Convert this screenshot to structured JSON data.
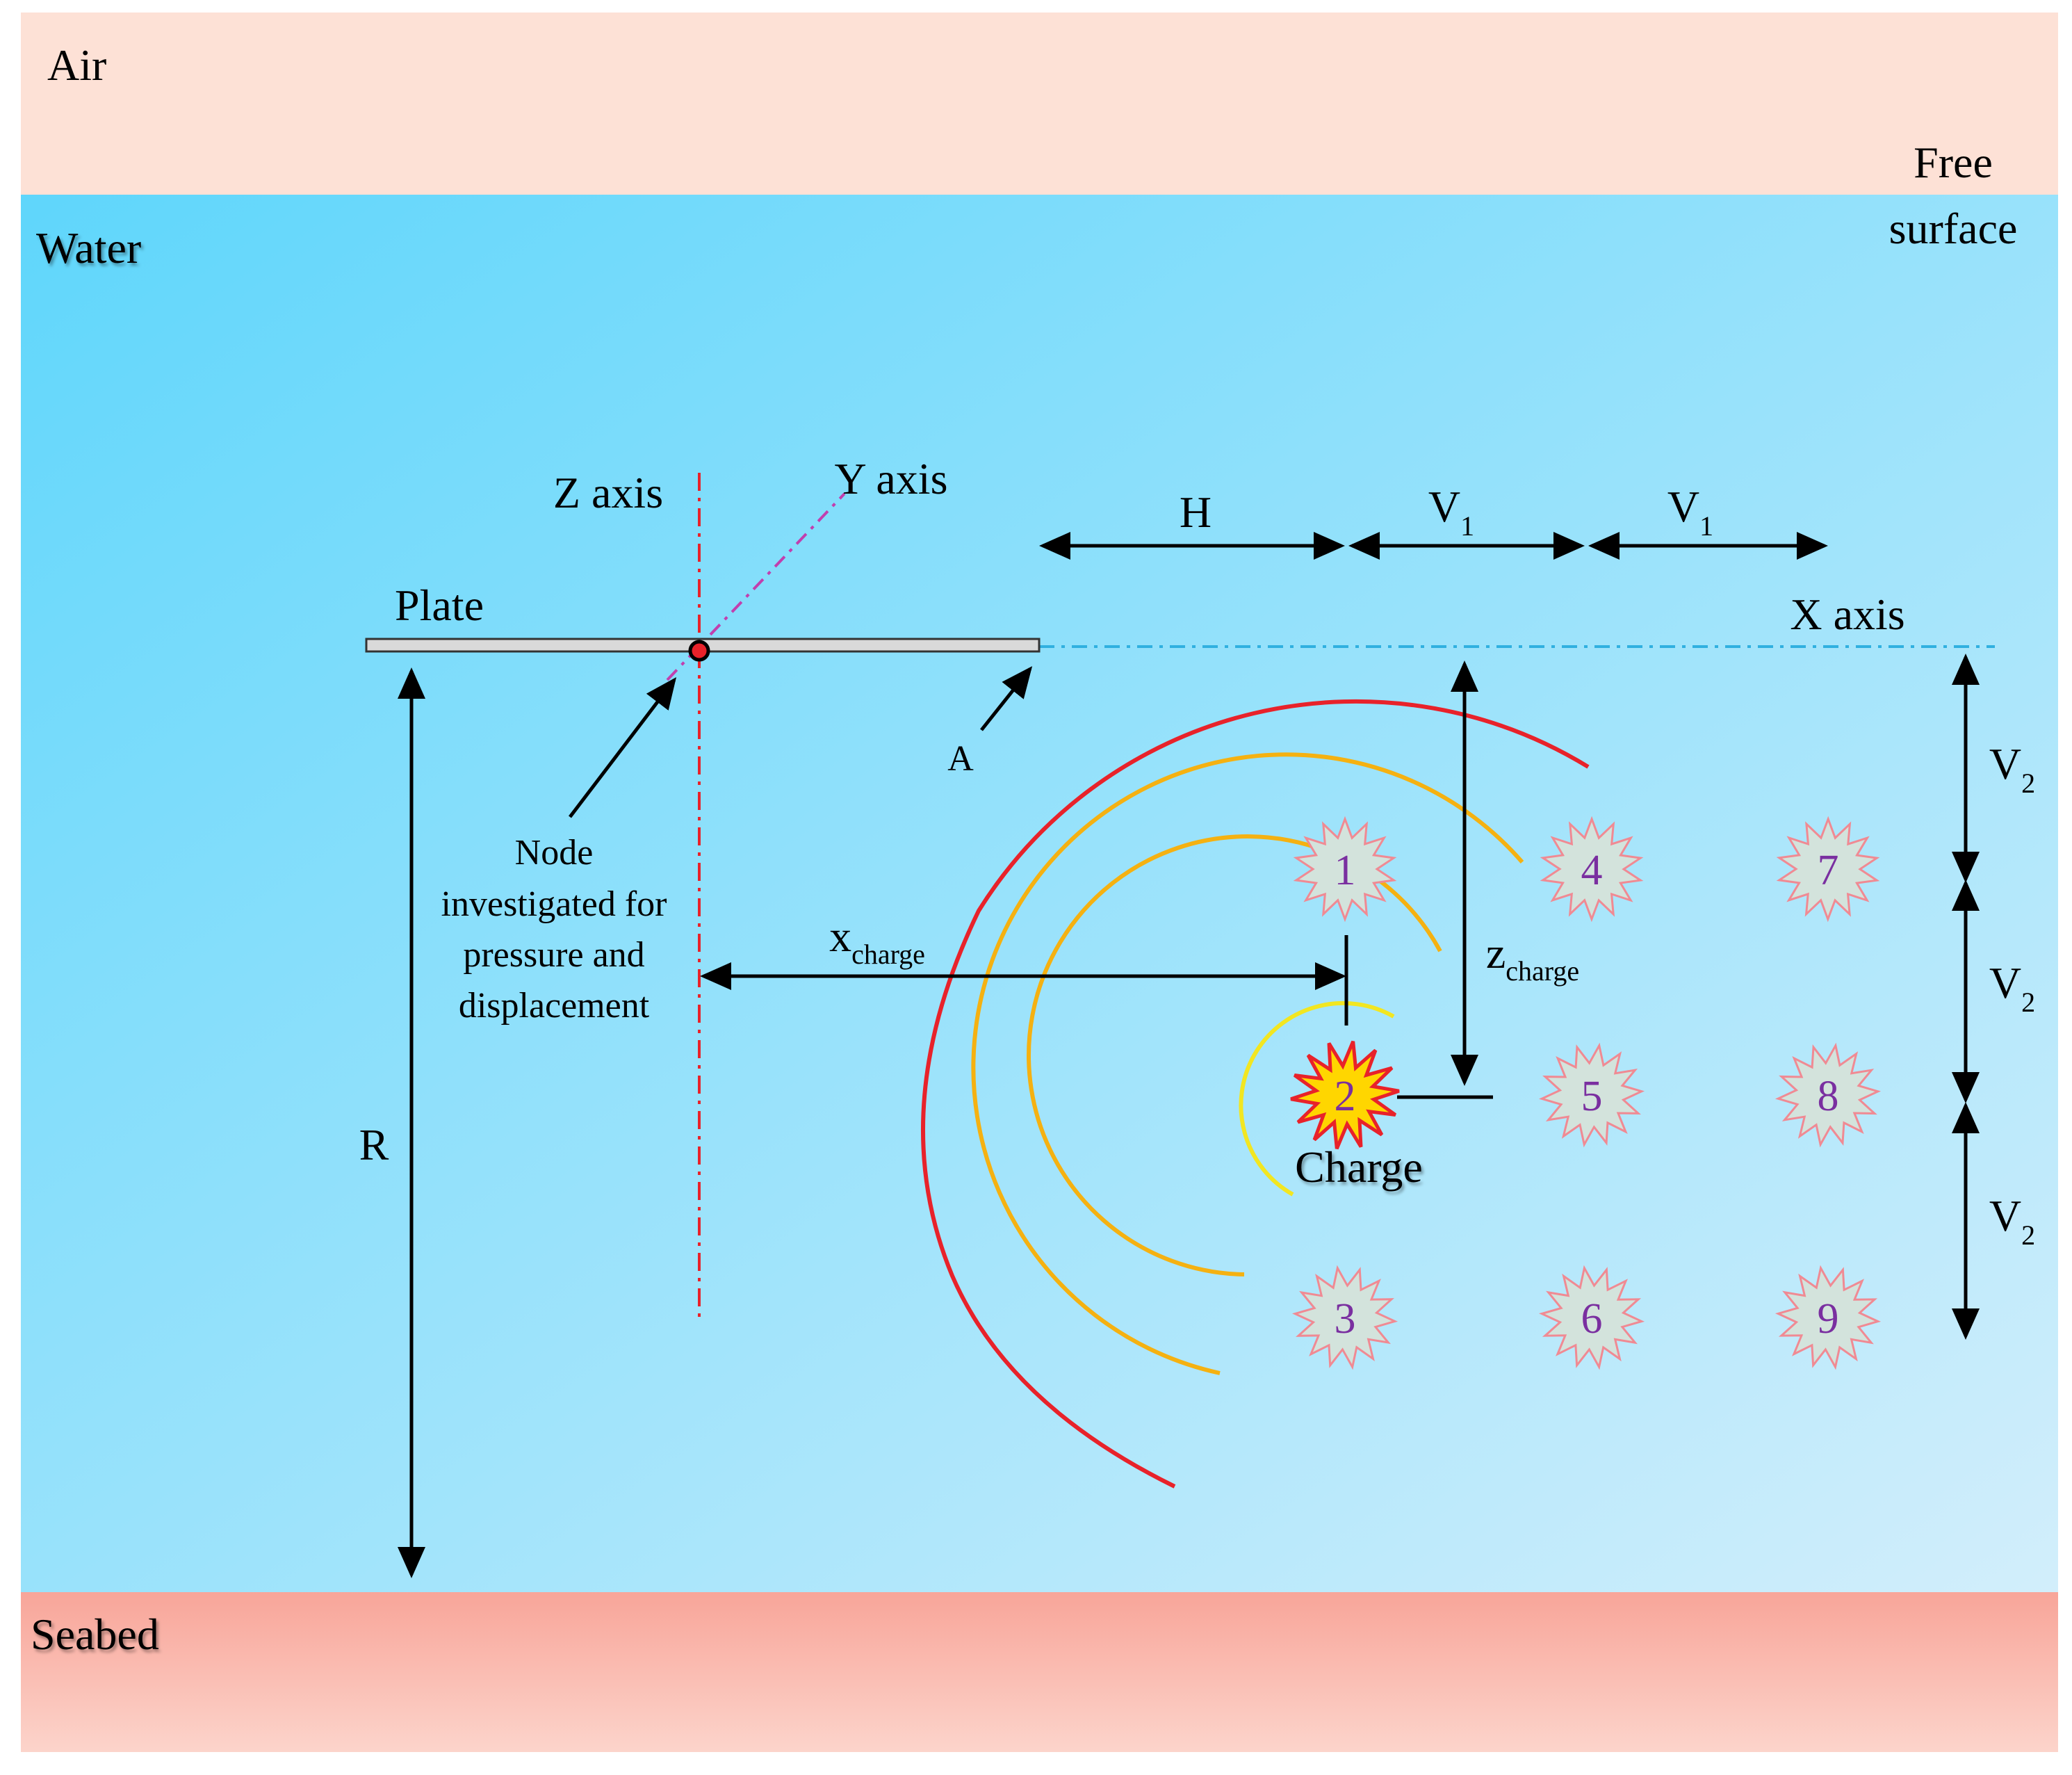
{
  "layers": {
    "air": "Air",
    "free_surface_1": "Free",
    "free_surface_2": "surface",
    "water": "Water",
    "seabed": "Seabed"
  },
  "axes": {
    "z": "Z axis",
    "y": "Y axis",
    "x": "X axis"
  },
  "labels": {
    "plate": "Plate",
    "point_a": "A",
    "node_line1": "Node",
    "node_line2": "investigated for",
    "node_line3": "pressure and",
    "node_line4": "displacement",
    "r": "R",
    "h": "H",
    "v1_main": "V",
    "v1_sub": "1",
    "v2_main": "V",
    "v2_sub": "2",
    "x_charge_main": "x",
    "x_charge_sub": "charge",
    "z_charge_main": "z",
    "z_charge_sub": "charge",
    "charge": "Charge"
  },
  "charge_positions": [
    "1",
    "2",
    "3",
    "4",
    "5",
    "6",
    "7",
    "8",
    "9"
  ],
  "colors": {
    "air": "#fde1d6",
    "water_top": "#5fd6fb",
    "water_bottom": "#d2eefb",
    "seabed": "#f8a599",
    "wave_outer": "#e8222a",
    "wave_mid": "#f5b111",
    "wave_inner": "#f2e621",
    "burst_active": "#ffd600",
    "burst_active_edge": "#e8222a",
    "burst_other_fill": "#d3e3dc",
    "burst_other_edge": "#f08a93",
    "z_axis": "#e8222a",
    "y_axis": "#c13fae",
    "x_axis": "#30b0e0",
    "number_color": "#7a2fa0"
  },
  "icons": {
    "active_charge": "explosion-icon",
    "charge_site": "star-burst-icon",
    "node": "node-point-icon"
  }
}
